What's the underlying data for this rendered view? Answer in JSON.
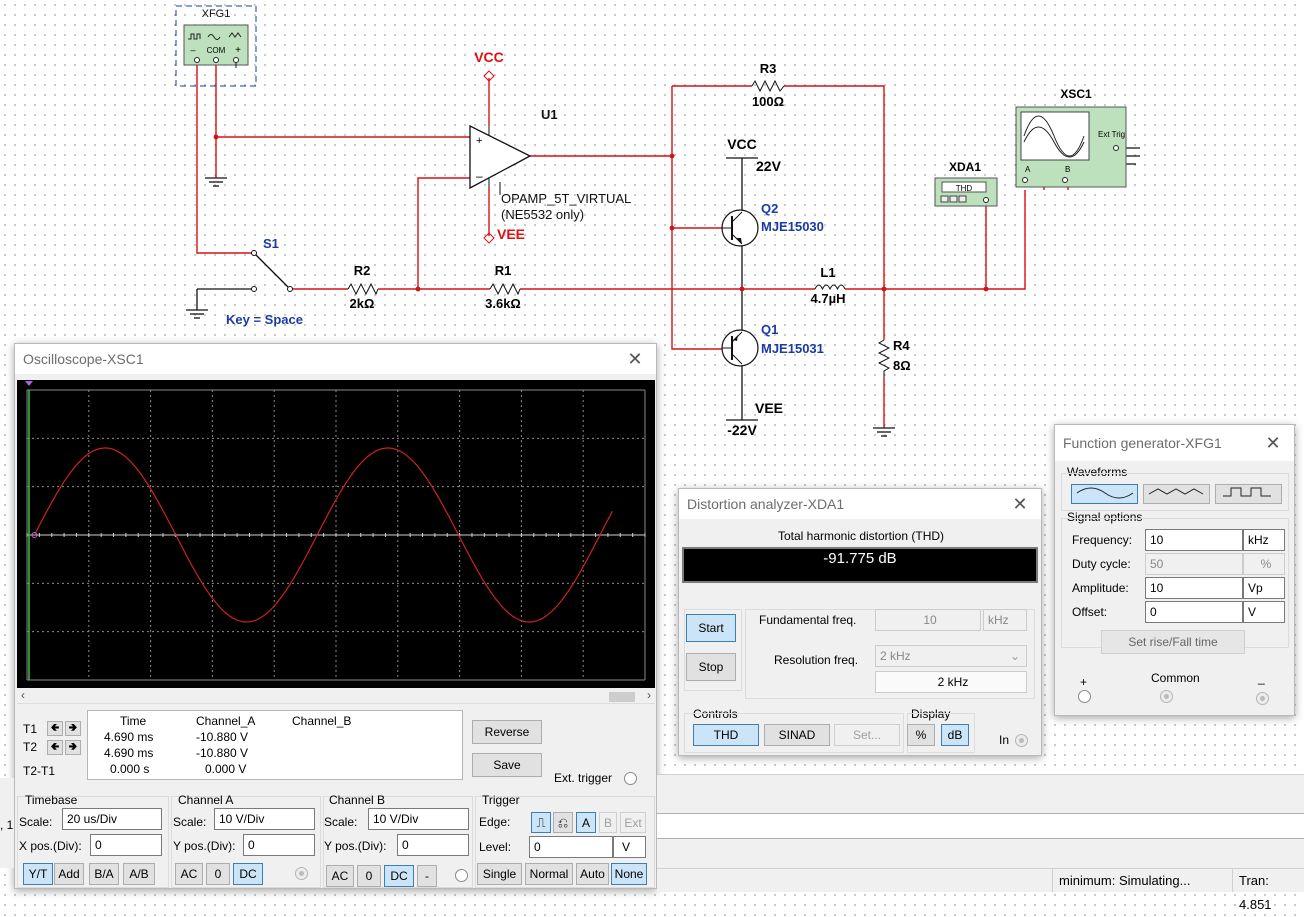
{
  "schematic": {
    "xfg1": "XFG1",
    "xfg1_com": "COM",
    "xfg1_minus": "–",
    "xfg1_plus": "+",
    "vcc_top": "VCC",
    "u1": "U1",
    "opamp_name": "OPAMP_5T_VIRTUAL",
    "opamp_note": "(NE5532 only)",
    "vee_label": "VEE",
    "r3": "R3",
    "r3_val": "100Ω",
    "vcc2": "VCC",
    "vcc2_val": "22V",
    "q2": "Q2",
    "q2_part": "MJE15030",
    "s1": "S1",
    "key": "Key = Space",
    "r2": "R2",
    "r2_val": "2kΩ",
    "r1": "R1",
    "r1_val": "3.6kΩ",
    "l1": "L1",
    "l1_val": "4.7µH",
    "xda1": "XDA1",
    "xda1_thd": "THD",
    "xsc1": "XSC1",
    "xsc1_ext": "Ext Trig",
    "xsc1_a": "A",
    "xsc1_b": "B",
    "q1": "Q1",
    "q1_part": "MJE15031",
    "r4": "R4",
    "r4_val": "8Ω",
    "vee2": "VEE",
    "vee2_val": "-22V"
  },
  "oscilloscope": {
    "title": "Oscilloscope-XSC1",
    "trace_color": "#cc2222",
    "t1": "T1",
    "t2": "T2",
    "t2t1": "T2-T1",
    "readout_headers": [
      "Time",
      "Channel_A",
      "Channel_B"
    ],
    "readout_rows": [
      [
        "4.690 ms",
        "-10.880 V",
        ""
      ],
      [
        "4.690 ms",
        "-10.880 V",
        ""
      ],
      [
        "0.000 s",
        "0.000 V",
        ""
      ]
    ],
    "reverse": "Reverse",
    "save": "Save",
    "ext_trigger": "Ext. trigger",
    "timebase": {
      "title": "Timebase",
      "scale_label": "Scale:",
      "scale_value": "20 us/Div",
      "xpos_label": "X pos.(Div):",
      "xpos_value": "0",
      "buttons": [
        "Y/T",
        "Add",
        "B/A",
        "A/B"
      ]
    },
    "channel_a": {
      "title": "Channel A",
      "scale_label": "Scale:",
      "scale_value": "10  V/Div",
      "ypos_label": "Y pos.(Div):",
      "ypos_value": "0",
      "buttons": [
        "AC",
        "0",
        "DC"
      ]
    },
    "channel_b": {
      "title": "Channel B",
      "scale_label": "Scale:",
      "scale_value": "10  V/Div",
      "ypos_label": "Y pos.(Div):",
      "ypos_value": "0",
      "buttons": [
        "AC",
        "0",
        "DC",
        "-"
      ]
    },
    "trigger": {
      "title": "Trigger",
      "edge_label": "Edge:",
      "source_buttons": [
        "A",
        "B",
        "Ext"
      ],
      "level_label": "Level:",
      "level_value": "0",
      "level_unit": "V",
      "mode_buttons": [
        "Single",
        "Normal",
        "Auto",
        "None"
      ]
    }
  },
  "distortion": {
    "title": "Distortion analyzer-XDA1",
    "thd_label": "Total harmonic distortion (THD)",
    "thd_value": "-91.775 dB",
    "start": "Start",
    "stop": "Stop",
    "fund_label": "Fundamental freq.",
    "fund_value": "10",
    "fund_unit": "kHz",
    "res_label": "Resolution freq.",
    "res_value": "2 kHz",
    "res_display": "2 kHz",
    "controls_label": "Controls",
    "controls_buttons": [
      "THD",
      "SINAD",
      "Set..."
    ],
    "display_label": "Display",
    "display_buttons": [
      "%",
      "dB"
    ],
    "in_label": "In"
  },
  "function_generator": {
    "title": "Function generator-XFG1",
    "waveforms_label": "Waveforms",
    "signal_label": "Signal options",
    "rows": [
      {
        "label": "Frequency:",
        "value": "10",
        "unit": "kHz"
      },
      {
        "label": "Duty cycle:",
        "value": "50",
        "unit": "%"
      },
      {
        "label": "Amplitude:",
        "value": "10",
        "unit": "Vp"
      },
      {
        "label": "Offset:",
        "value": "0",
        "unit": "V"
      }
    ],
    "rise_fall": "Set rise/Fall time",
    "plus": "+",
    "common": "Common",
    "minus": "_"
  },
  "statusbar": {
    "left_stub": ", 1",
    "simulating": "minimum: Simulating...",
    "tran": "Tran: 4.851"
  },
  "chart_data": {
    "type": "line",
    "series": [
      {
        "values_note": "sine trace"
      }
    ],
    "divisions_x": 10,
    "divisions_y": 6,
    "amplitude_div": 1.8,
    "cycles": 2,
    "start_div": 0.12,
    "end_div": 9.5
  }
}
